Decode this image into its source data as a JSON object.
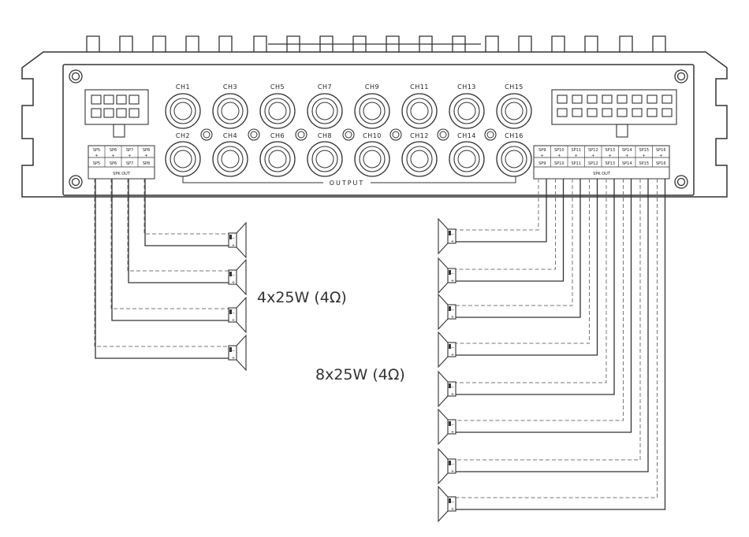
{
  "top_row_channels": [
    "CH1",
    "CH3",
    "CH5",
    "CH7",
    "CH9",
    "CH11",
    "CH13",
    "CH15"
  ],
  "bottom_row_channels": [
    "CH2",
    "CH4",
    "CH6",
    "CH8",
    "CH10",
    "CH12",
    "CH14",
    "CH16"
  ],
  "output_label": "OUTPUT",
  "left_terminal": {
    "top_labels": [
      "SP5",
      "SP6",
      "SP7",
      "SP8"
    ],
    "polarity": [
      "+",
      "+",
      "+",
      "+"
    ],
    "bottom_labels": [
      "SP5",
      "SP6",
      "SP7",
      "SP8"
    ],
    "footer": "SPK OUT"
  },
  "right_terminal": {
    "top_labels": [
      "SP9",
      "SP10",
      "SP11",
      "SP12",
      "SP13",
      "SP14",
      "SP15",
      "SP16"
    ],
    "polarity": [
      "+",
      "+",
      "+",
      "+",
      "+",
      "+",
      "+",
      "+"
    ],
    "bottom_labels": [
      "SP9",
      "SP10",
      "SP11",
      "SP12",
      "SP13",
      "SP14",
      "SP15",
      "SP16"
    ],
    "footer": "SPK OUT"
  },
  "left_group_caption": "4x25W (4Ω)",
  "right_group_caption": "8x25W (4Ω)",
  "speaker_polarity_plus": "+",
  "speaker_polarity_minus": "−"
}
